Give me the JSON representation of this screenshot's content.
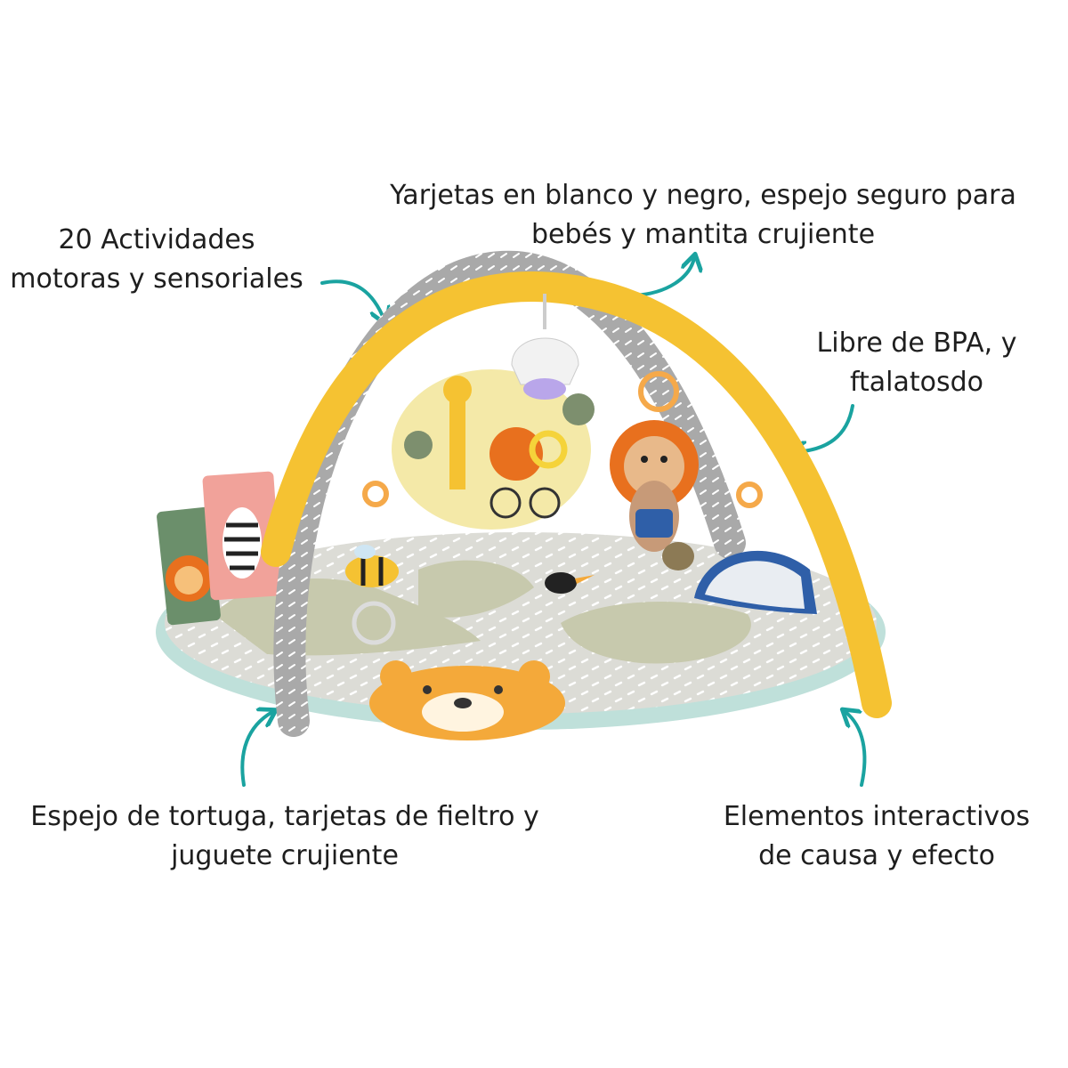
{
  "labels": {
    "top_left": [
      "20 Actividades",
      "motoras y sensoriales"
    ],
    "top_center": [
      "Yarjetas en blanco y negro, espejo seguro para",
      "bebés y mantita crujiente"
    ],
    "top_right": [
      "Libre de BPA, y",
      "ftalatosdo"
    ],
    "bottom_left": [
      "Espejo de tortuga, tarjetas de fieltro y",
      "juguete crujiente"
    ],
    "bottom_right": [
      "Elementos interactivos",
      "de causa y efecto"
    ]
  },
  "colors": {
    "arrow": "#1aa3a0",
    "arch_yellow": "#f5c232",
    "arch_grey": "#a9a9a9",
    "mat": "#dcdcd6",
    "mat_rim": "#bfe0da",
    "leaf": "#c7c9ad",
    "lion_orange": "#e8701e",
    "tiger": "#f4a93a"
  },
  "image": {
    "subject": "baby activity gym play mat with arches and hanging toys"
  }
}
